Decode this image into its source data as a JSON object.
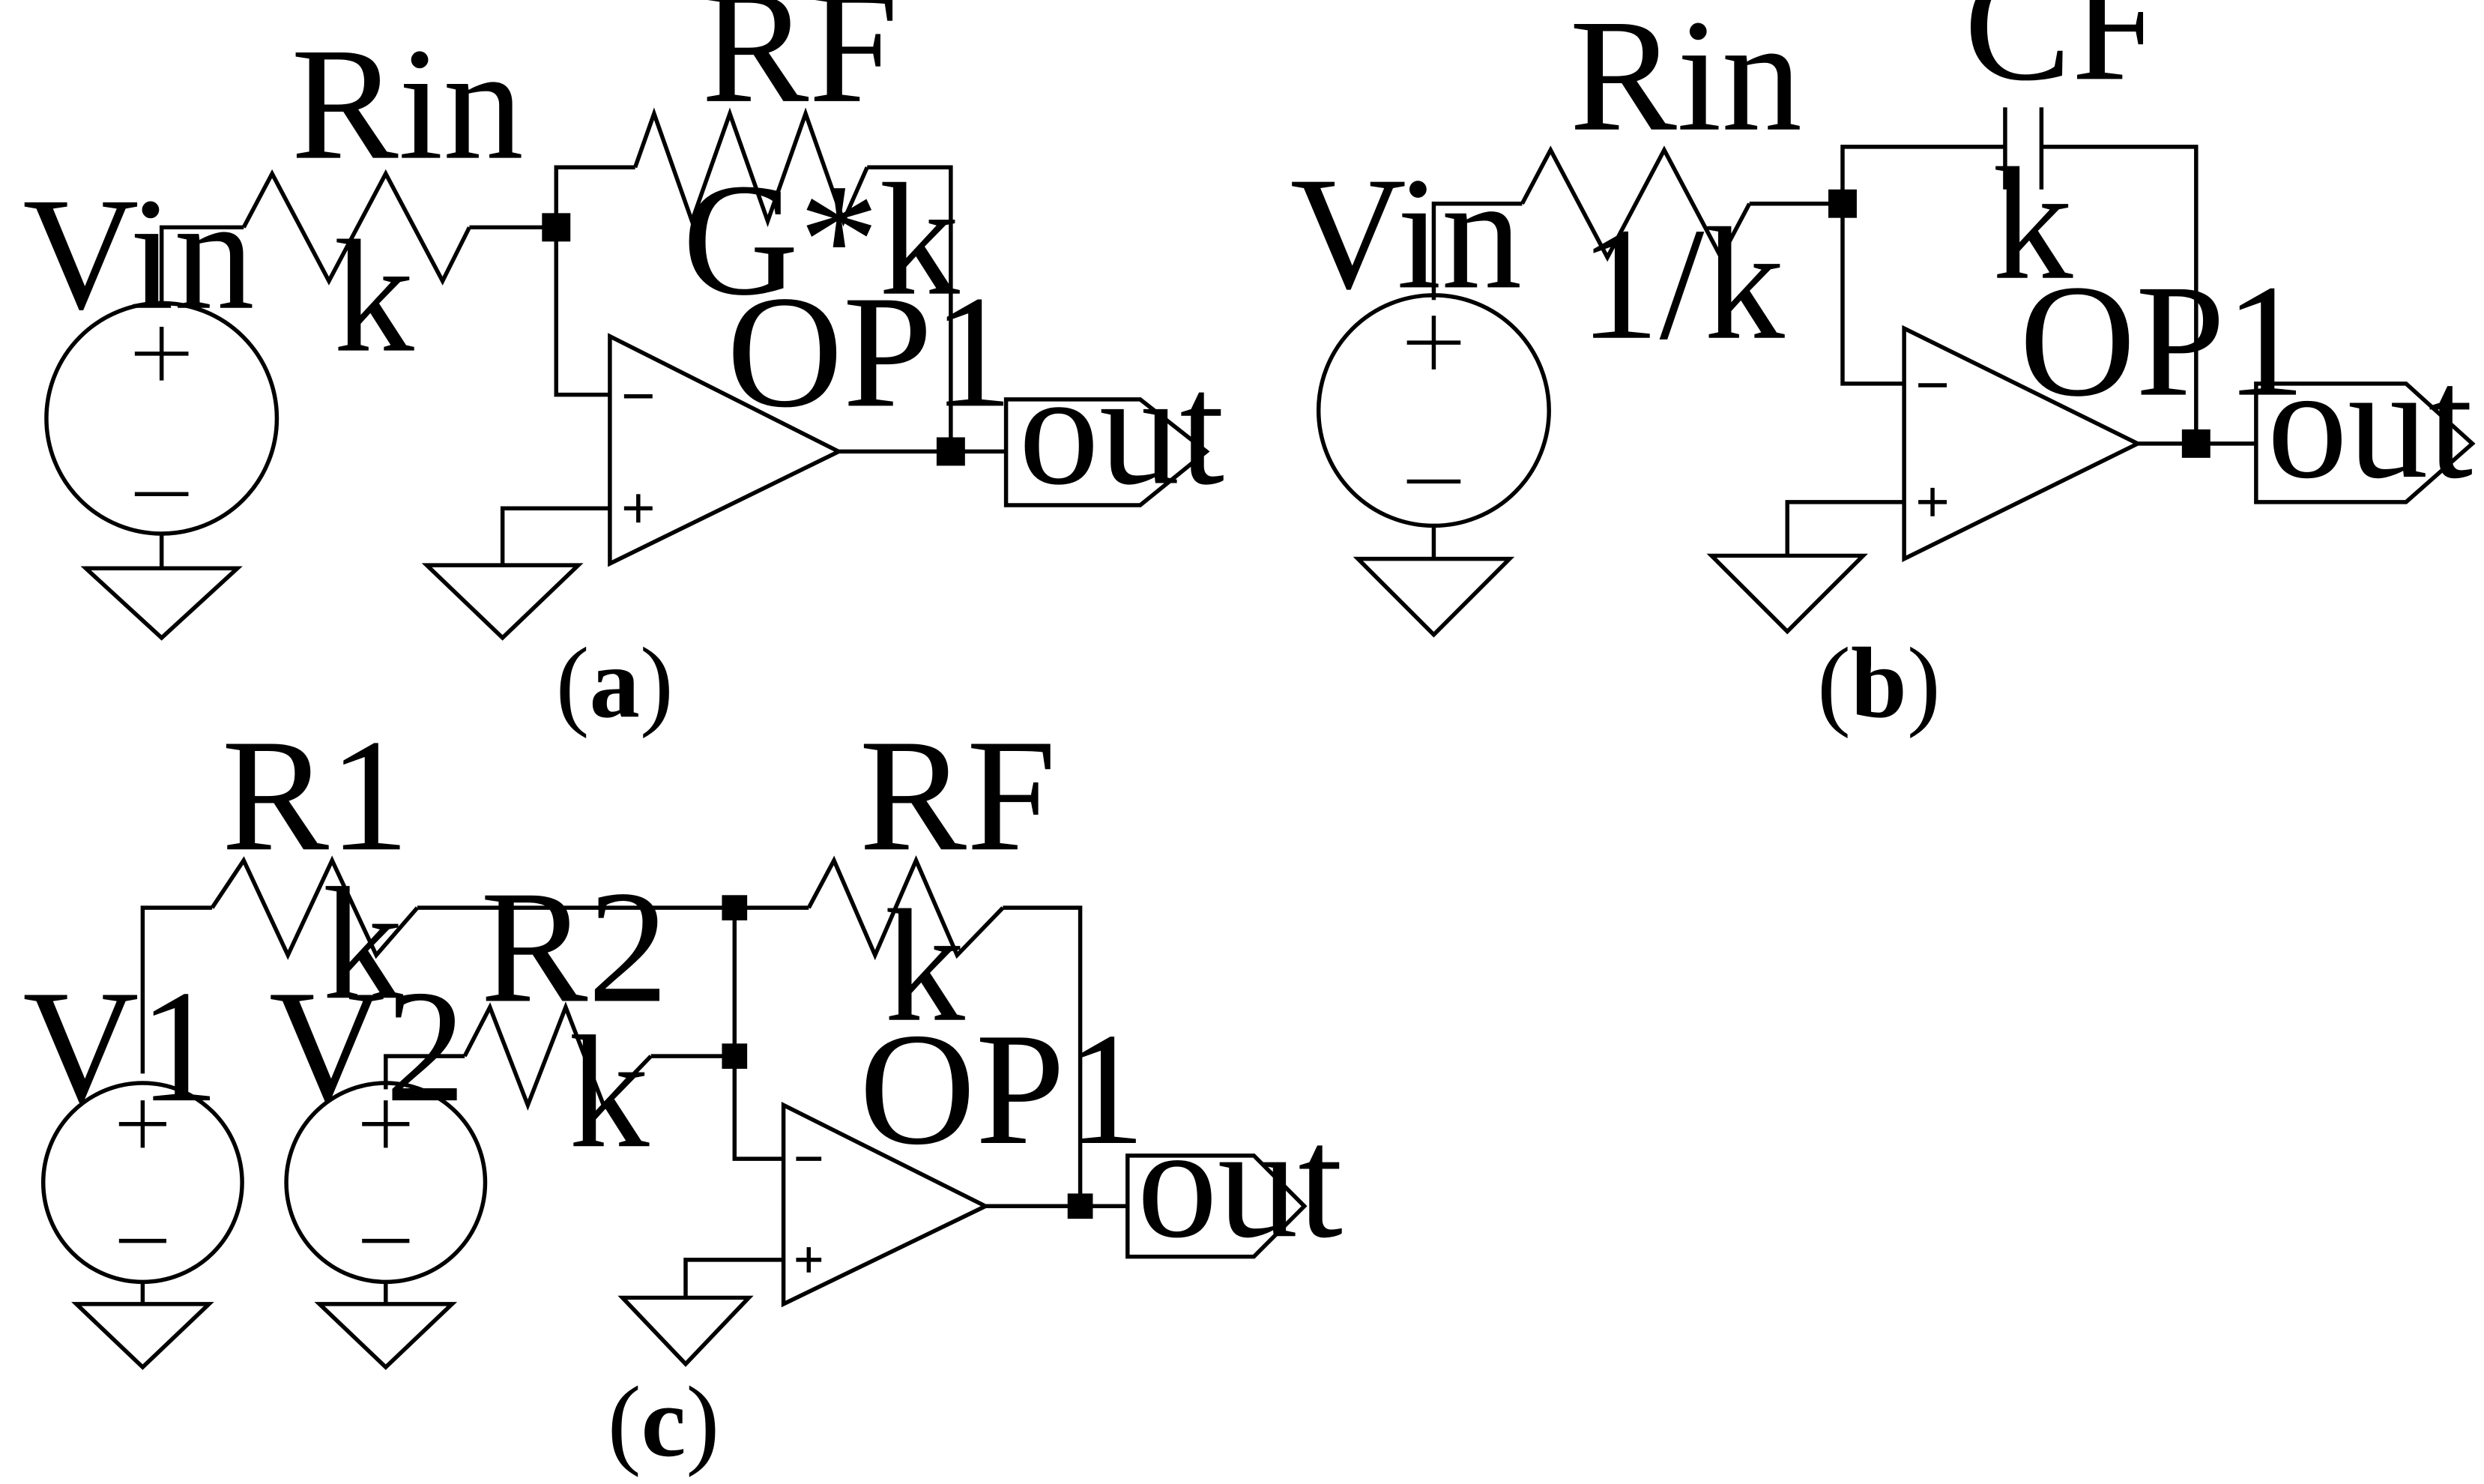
{
  "circuits": {
    "a": {
      "caption_open": "(",
      "caption_letter": "a",
      "caption_close": ")",
      "source": "Vin",
      "rin_name": "Rin",
      "rin_value": "k",
      "rf_name": "RF",
      "rf_value": "G*k",
      "opamp": "OP1",
      "output": "out"
    },
    "b": {
      "caption_open": "(",
      "caption_letter": "b",
      "caption_close": ")",
      "source": "Vin",
      "rin_name": "Rin",
      "rin_value": "1/k",
      "cf_name": "CF",
      "cf_value": "k",
      "opamp": "OP1",
      "output": "out"
    },
    "c": {
      "caption_open": "(",
      "caption_letter": "c",
      "caption_close": ")",
      "source1": "V1",
      "source2": "V2",
      "r1_name": "R1",
      "r1_value": "k",
      "r2_name": "R2",
      "r2_value": "k",
      "rf_name": "RF",
      "rf_value": "k",
      "opamp": "OP1",
      "output": "out"
    }
  },
  "pins": {
    "plus": "+",
    "minus": "−"
  }
}
